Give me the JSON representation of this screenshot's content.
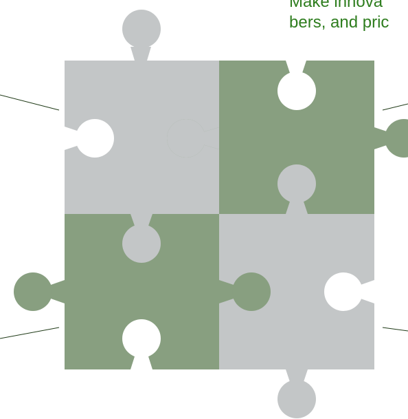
{
  "caption": {
    "line1": "Make innova",
    "line2": "bers, and pric"
  },
  "colors": {
    "green": "#889f80",
    "gray": "#c3c6c7",
    "text_green": "#2e7d1e",
    "line": "#1f3a17",
    "background": "#ffffff"
  },
  "pieces": [
    {
      "name": "puzzle-piece-top-left",
      "color": "gray"
    },
    {
      "name": "puzzle-piece-top-right",
      "color": "green"
    },
    {
      "name": "puzzle-piece-bottom-left",
      "color": "green"
    },
    {
      "name": "puzzle-piece-bottom-right",
      "color": "gray"
    }
  ]
}
